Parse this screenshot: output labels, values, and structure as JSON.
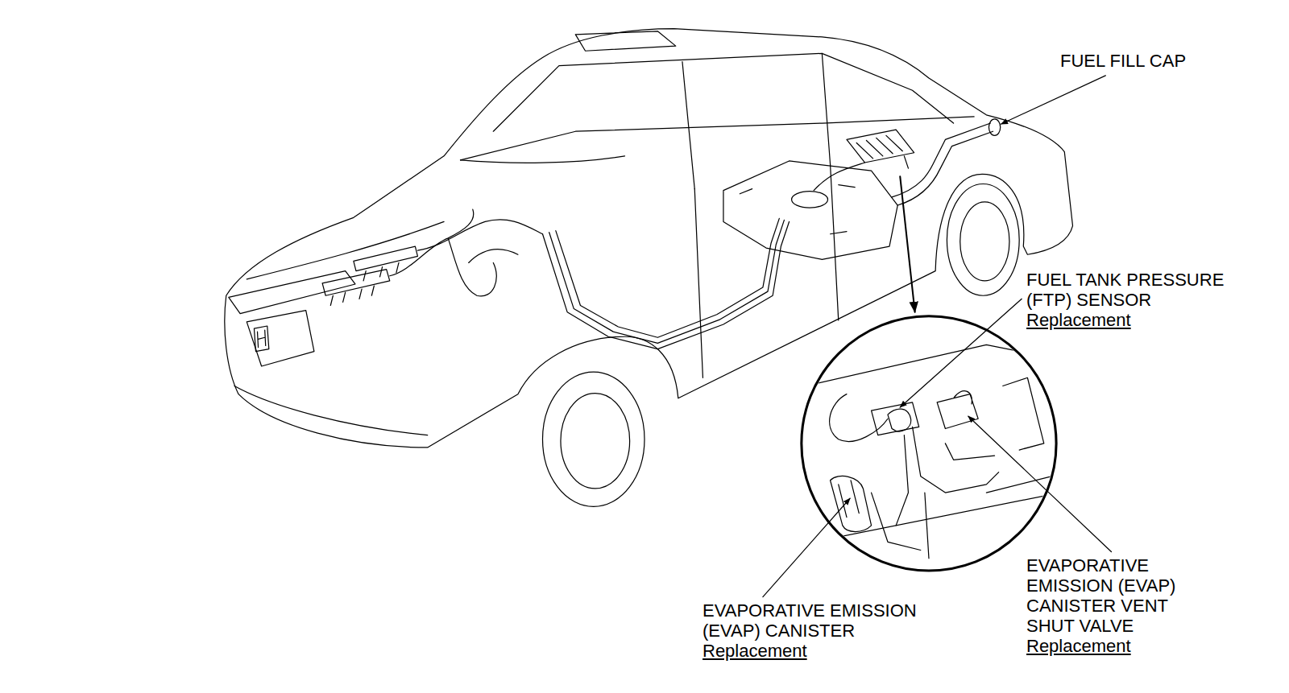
{
  "diagram": {
    "labels": [
      "FUEL FILL CAP",
      "FUEL TANK PRESSURE (FTP) SENSOR",
      "Replacement",
      "EVAPORATIVE EMISSION (EVAP) CANISTER",
      "Replacement",
      "EVAPORATIVE EMISSION (EVAP) CANISTER VENT SHUT VALVE",
      "Replacement"
    ]
  }
}
